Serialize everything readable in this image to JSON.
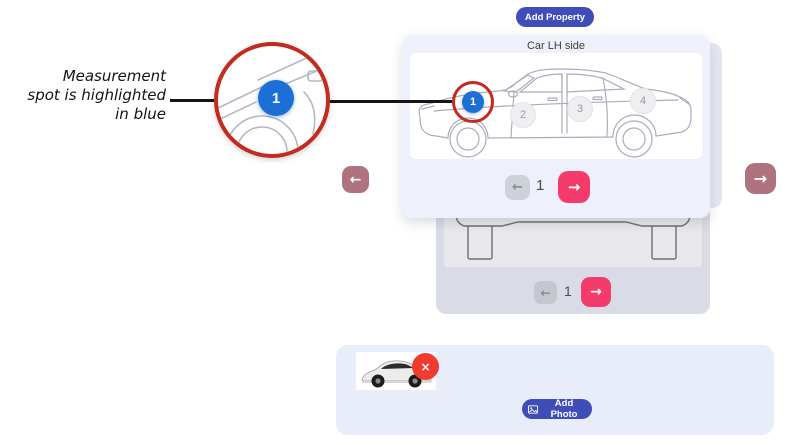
{
  "annotation": {
    "lines": [
      "Measurement",
      "spot is highlighted",
      "in blue"
    ],
    "zoom_spot_number": "1"
  },
  "header": {
    "add_property_label": "Add Property"
  },
  "main_card": {
    "title": "Car LH side",
    "spots": [
      {
        "number": "1",
        "state": "highlighted"
      },
      {
        "number": "2",
        "state": "normal"
      },
      {
        "number": "3",
        "state": "normal"
      },
      {
        "number": "4",
        "state": "normal"
      }
    ],
    "pagination": {
      "page": "1"
    }
  },
  "back_card": {
    "pagination": {
      "page": "1"
    }
  },
  "photo_section": {
    "add_photo_label": "Add Photo"
  },
  "icons": {
    "arrow_left": "←",
    "arrow_right": "→",
    "close": "×"
  },
  "colors": {
    "accent_indigo": "#3e4db8",
    "accent_pink": "#f43b6c",
    "carousel_arrow_mauve": "#ae737e",
    "highlight_blue": "#1c6fd4",
    "annotation_red": "#c32b1e",
    "remove_red": "#f23b30"
  }
}
